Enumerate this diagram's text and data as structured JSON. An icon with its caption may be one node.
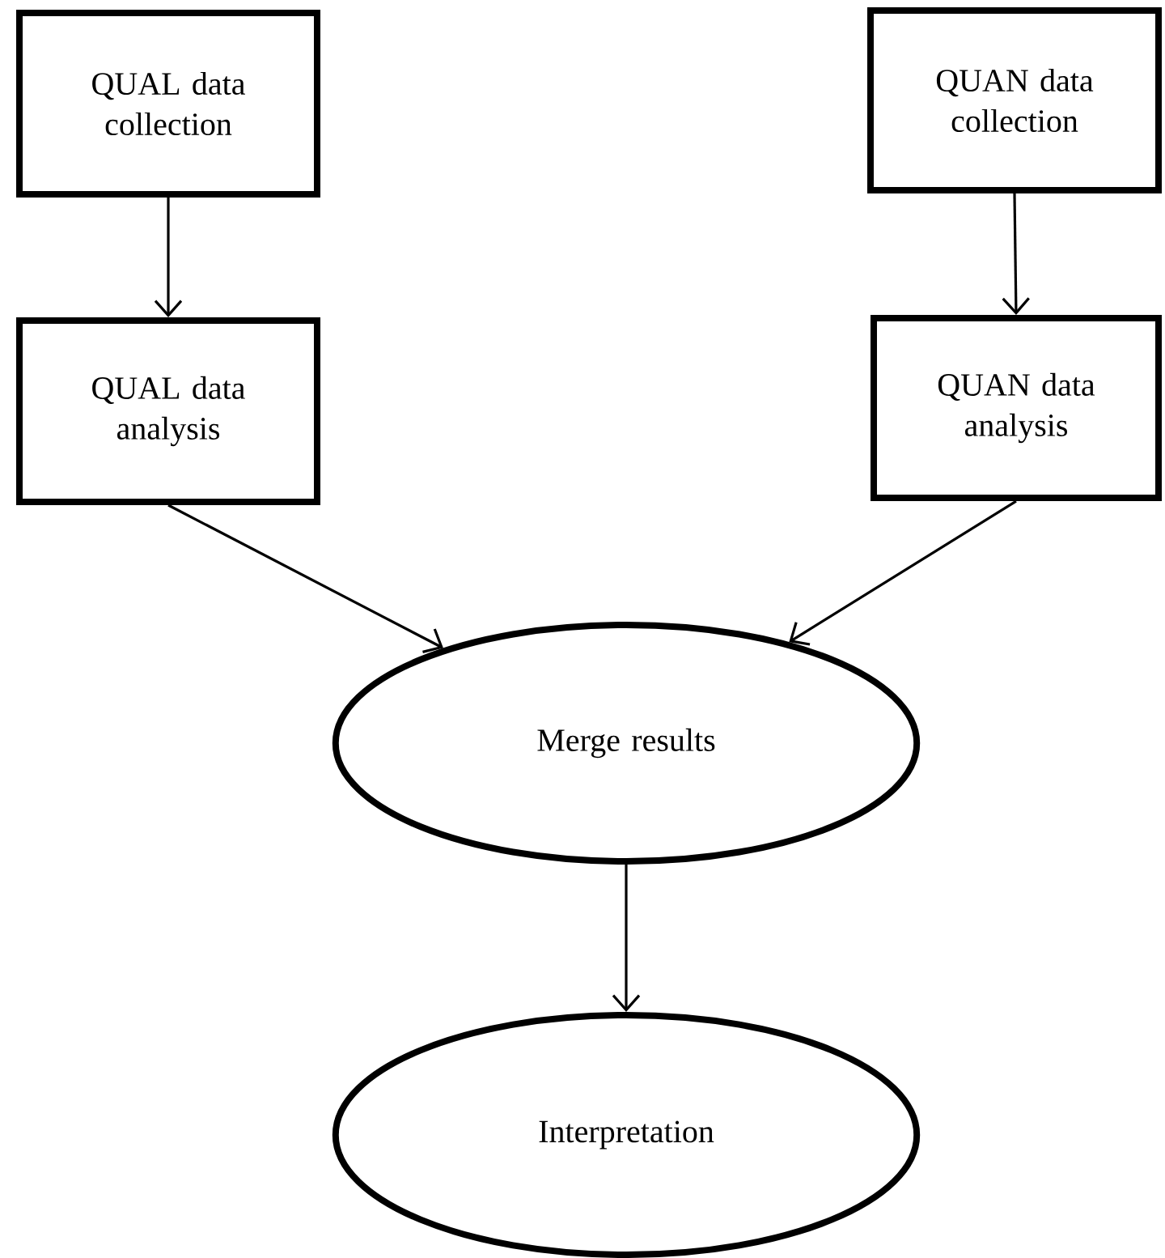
{
  "diagram": {
    "nodes": [
      {
        "text": [
          "QUAL data collection"
        ]
      },
      {
        "text": [
          "QUAN data collection"
        ]
      },
      {
        "text": [
          "QUAL data analysis"
        ]
      },
      {
        "text": [
          "QUAN data analysis"
        ]
      },
      {
        "text": [
          "Merge results"
        ]
      },
      {
        "text": [
          "Interpretation"
        ]
      }
    ],
    "edges": [
      {
        "from": 0,
        "to": 2,
        "arrow": "to"
      },
      {
        "from": 1,
        "to": 3,
        "arrow": "to"
      },
      {
        "from": 2,
        "to": 4,
        "arrow": "to"
      },
      {
        "from": 3,
        "to": 4,
        "arrow": "to"
      },
      {
        "from": 4,
        "to": 5,
        "arrow": "to"
      }
    ]
  }
}
